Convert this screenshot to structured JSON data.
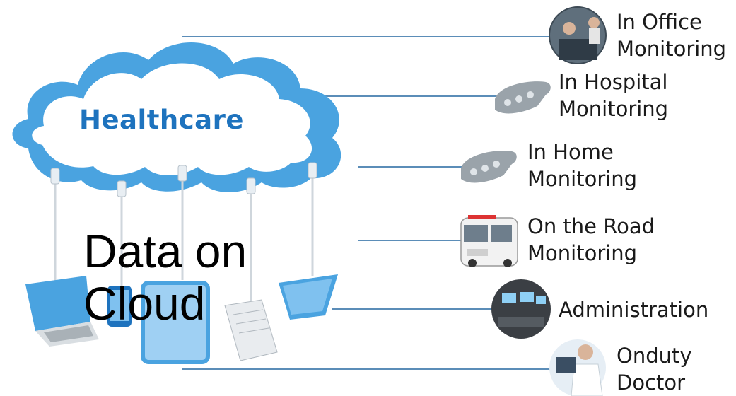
{
  "cloud": {
    "title": "Healthcare",
    "caption": "Data on\nCloud"
  },
  "items": [
    {
      "label": "In Office\nMonitoring",
      "icon": "office-worker-photo-icon"
    },
    {
      "label": "In Hospital\nMonitoring",
      "icon": "wearable-device-icon"
    },
    {
      "label": "In Home\nMonitoring",
      "icon": "wearable-device-icon"
    },
    {
      "label": "On the Road\nMonitoring",
      "icon": "ambulance-icon"
    },
    {
      "label": "Administration",
      "icon": "control-room-icon"
    },
    {
      "label": "Onduty\nDoctor",
      "icon": "doctor-photo-icon"
    }
  ],
  "colors": {
    "cloud_fill": "#4aa3e0",
    "cloud_inner": "#ffffff",
    "title_blue": "#1e73be",
    "connector": "#5b8db8",
    "device_grey": "#9aa3aa"
  }
}
